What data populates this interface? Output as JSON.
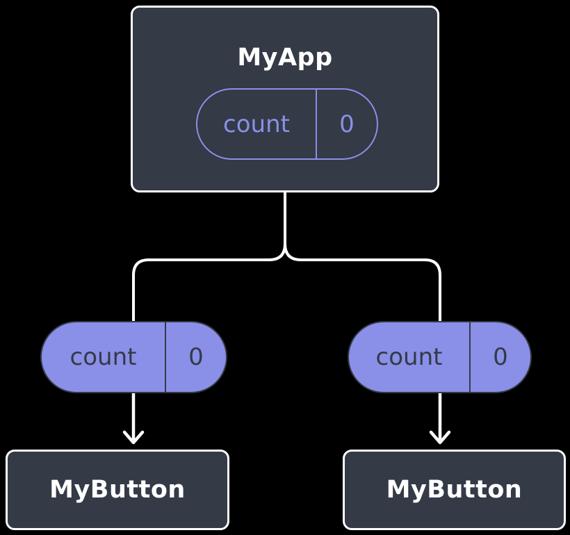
{
  "colors": {
    "background": "#000000",
    "node_fill": "#343a46",
    "node_border": "#ffffff",
    "accent_purple": "#8a90e8",
    "text_light": "#ffffff",
    "text_dark": "#343a46",
    "connector": "#ffffff"
  },
  "root": {
    "title": "MyApp",
    "state": {
      "name": "count",
      "value": "0"
    }
  },
  "children": [
    {
      "state": {
        "name": "count",
        "value": "0"
      },
      "node_title": "MyButton"
    },
    {
      "state": {
        "name": "count",
        "value": "0"
      },
      "node_title": "MyButton"
    }
  ]
}
